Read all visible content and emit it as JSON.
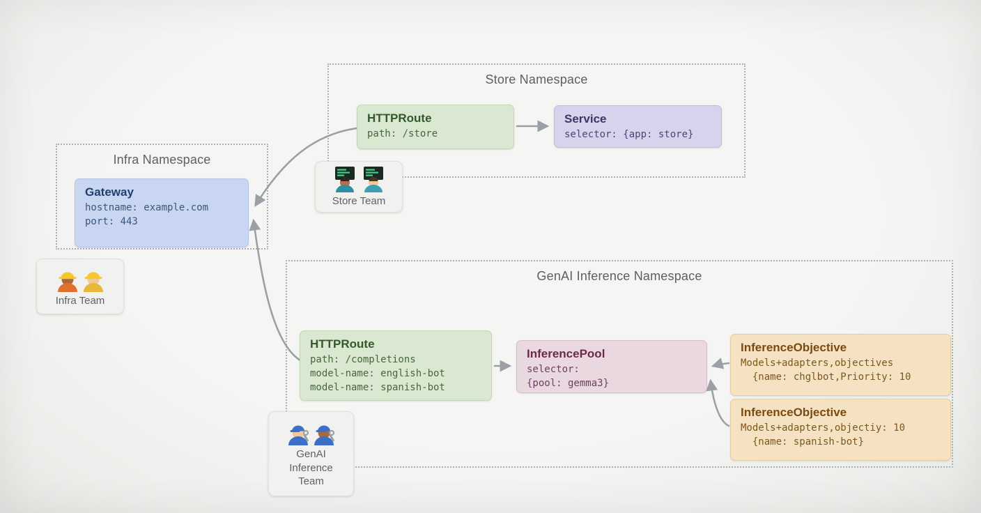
{
  "namespaces": {
    "infra": {
      "label": "Infra Namespace"
    },
    "store": {
      "label": "Store Namespace"
    },
    "genai": {
      "label": "GenAI Inference Namespace"
    }
  },
  "nodes": {
    "gateway": {
      "title": "Gateway",
      "lines": [
        "hostname: example.com",
        "port: 443"
      ],
      "color": "#c9d6f1"
    },
    "store_httproute": {
      "title": "HTTPRoute",
      "lines": [
        "path: /store"
      ],
      "color": "#dae8d1"
    },
    "store_service": {
      "title": "Service",
      "lines": [
        "selector: {app: store}"
      ],
      "color": "#d7d3ec"
    },
    "genai_httproute": {
      "title": "HTTPRoute",
      "lines": [
        "path: /completions",
        "model-name: english-bot",
        "model-name: spanish-bot"
      ],
      "color": "#dae8d1"
    },
    "inference_pool": {
      "title": "InferencePool",
      "lines": [
        "selector:",
        "{pool: gemma3}"
      ],
      "color": "#e9d8e0"
    },
    "inference_objective_1": {
      "title": "InferenceObjective",
      "lines": [
        "Models+adapters,objectives",
        "  {name: chglbot,Priority: 10"
      ],
      "color": "#f4e2c2"
    },
    "inference_objective_2": {
      "title": "InferenceObjective",
      "lines": [
        "Models+adapters,objectiy: 10",
        "  {name: spanish-bot}"
      ],
      "color": "#f4e2c2"
    }
  },
  "teams": {
    "infra": {
      "label": "Infra Team",
      "icon": "construction-worker-icons"
    },
    "store": {
      "label": "Store Team",
      "icon": "technologist-icons"
    },
    "genai": {
      "label_lines": [
        "GenAI",
        "Inference",
        "Team"
      ],
      "icon": "mechanic-icons"
    }
  },
  "arrow_color": "#9aa0a6"
}
